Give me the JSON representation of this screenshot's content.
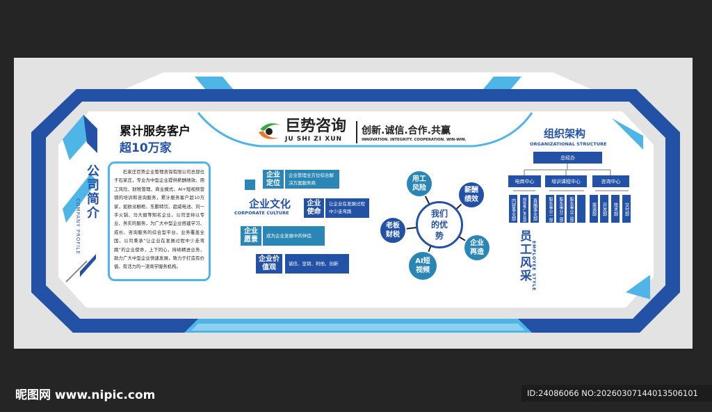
{
  "colors": {
    "dark_blue": "#2251a6",
    "light_blue": "#4fb5e6",
    "teal": "#2a86b4",
    "background": "#252525",
    "panel": "#e3e3e3"
  },
  "header": {
    "logo_cn": "巨势咨询",
    "logo_pinyin": "JU SHI ZI XUN",
    "slogan_cn": "创新.诚信.合作.共赢",
    "slogan_en": "INNOVATION. INTEGRITY. COOPERATION. WIN-WIN."
  },
  "profile": {
    "headline": "累计服务客户",
    "highlight": "超10万家",
    "title_cn": "公司简介",
    "title_en": "COMPANY PROFILE",
    "text": "石家庄巨势企业管理咨询有限公司总部位于石家庄，专业为中型企业提供薪酬绩效、用工风险、财税管理、商业模式、AI+短视频营销的培训和咨询服务，累计服务客户超10万家，如欧派橱柜、东鹏特饮、超威电池、刘一手火锅、马大姐等知名企业。公司坚持以专业、务实的服务，为广大中型企业搭建学习、成长、咨询服务的综合型平台，业务覆盖全国，公司秉承“让企业在发展过程中少走弯路”的企业使命，上下同心，持续精进业务，助力广大中型企业快速发展，致力于打造有价值、有活力的一流商学服务机构。"
  },
  "culture": {
    "title_cn": "企业文化",
    "title_en": "CORPORATE CULTURE",
    "items": [
      {
        "label": "企业定位",
        "desc": "企业管理全方位综合解决方案服务商"
      },
      {
        "label": "企业使命",
        "desc": "让企业在发展过程中少走弯路"
      },
      {
        "label": "企业愿景",
        "desc": "成为企业发展中的伴侣"
      },
      {
        "label": "企业价值观",
        "desc": "诚信、坚韧、利他、创新"
      }
    ]
  },
  "advantages": {
    "center": "我们的优势",
    "items": [
      "用工风险",
      "薪酬绩效",
      "企业再造",
      "AI短视频",
      "老板财税"
    ]
  },
  "org": {
    "title_cn": "组织架构",
    "title_en": "ORGANIZATIONAL STRUCTURE",
    "top": "总经办",
    "centers": [
      {
        "name": "电商中心",
        "depts": [
          "内容事业部",
          "网络推广事业部",
          "直播事业部"
        ]
      },
      {
        "name": "培训课程中心",
        "depts": [
          "股东事业一部",
          "股东事业二部",
          "股东事业三部",
          ""
        ]
      },
      {
        "name": "咨询中心",
        "depts": [
          "渠道部",
          "开发部",
          "技术部",
          "交付部"
        ]
      }
    ]
  },
  "employee": {
    "title_cn": "员工风采",
    "title_en": "EMPLOYEE STYLE"
  },
  "watermark": {
    "site": "昵图网 www.nipic.com",
    "id": "ID:24086066 NO:20260307144013506101"
  }
}
